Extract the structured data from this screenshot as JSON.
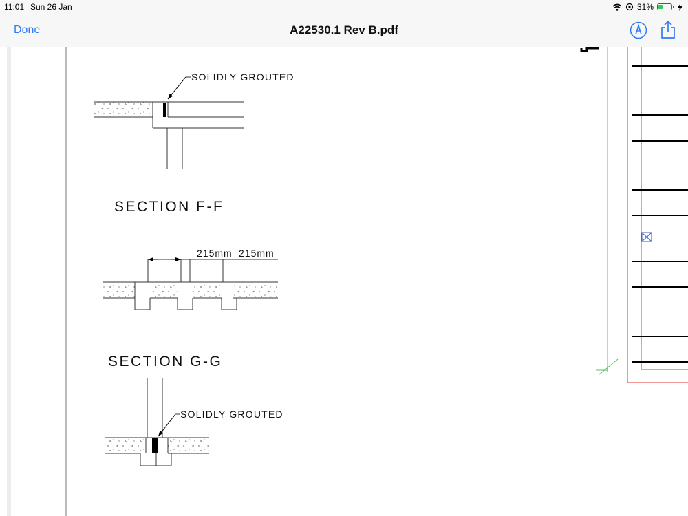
{
  "status_bar": {
    "time": "11:01",
    "date": "Sun 26 Jan",
    "battery": "31%",
    "battery_level": 0.31,
    "icons": [
      "wifi-icon",
      "orientation-lock-icon",
      "battery-icon",
      "charging-icon"
    ]
  },
  "nav": {
    "done_label": "Done",
    "title": "A22530.1 Rev B.pdf",
    "buttons": [
      "markup-icon",
      "share-icon"
    ]
  },
  "drawing": {
    "note_top": "SOLIDLY GROUTED",
    "section_ff": "SECTION F-F",
    "dim_1": "215mm",
    "dim_2": "215mm",
    "section_gg": "SECTION G-G",
    "note_bottom": "SOLIDLY GROUTED"
  },
  "colors": {
    "accent": "#2f7cf6",
    "border_red": "#e53935",
    "border_green": "#5cbf5c",
    "symbol_blue": "#3b55c9"
  }
}
